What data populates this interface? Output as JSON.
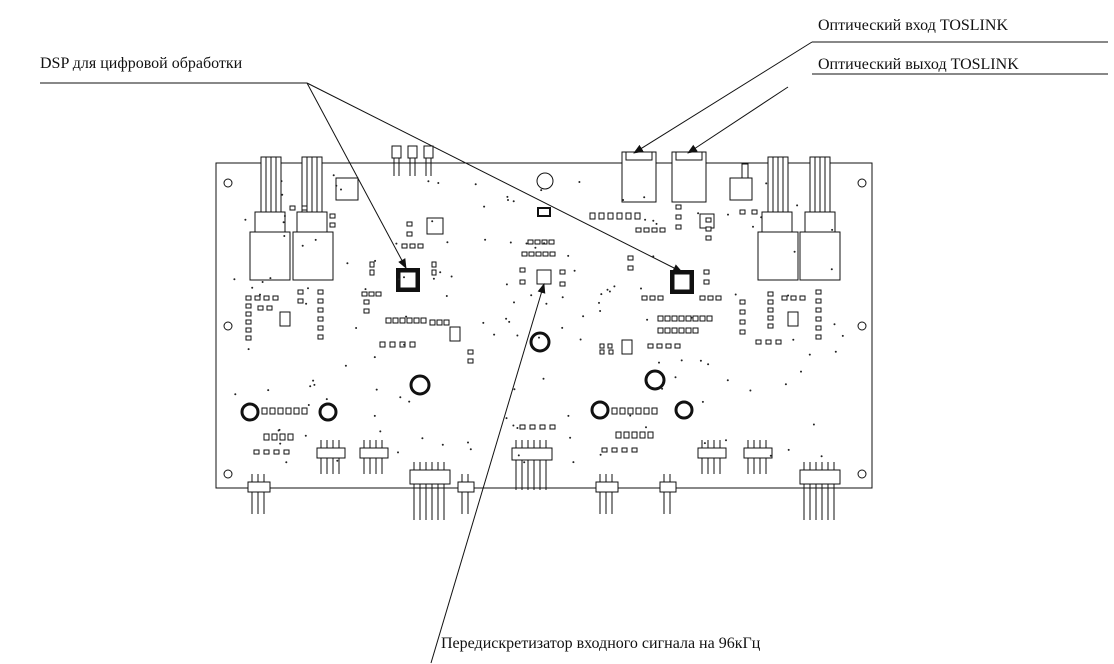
{
  "callouts": {
    "dsp": "DSP для цифровой обработки",
    "optical_in": "Оптический вход TOSLINK",
    "optical_out": "Оптический выход TOSLINK",
    "resampler": "Передискретизатор входного сигнала на 96кГц"
  },
  "colors": {
    "ink": "#111111",
    "paper": "#ffffff"
  }
}
